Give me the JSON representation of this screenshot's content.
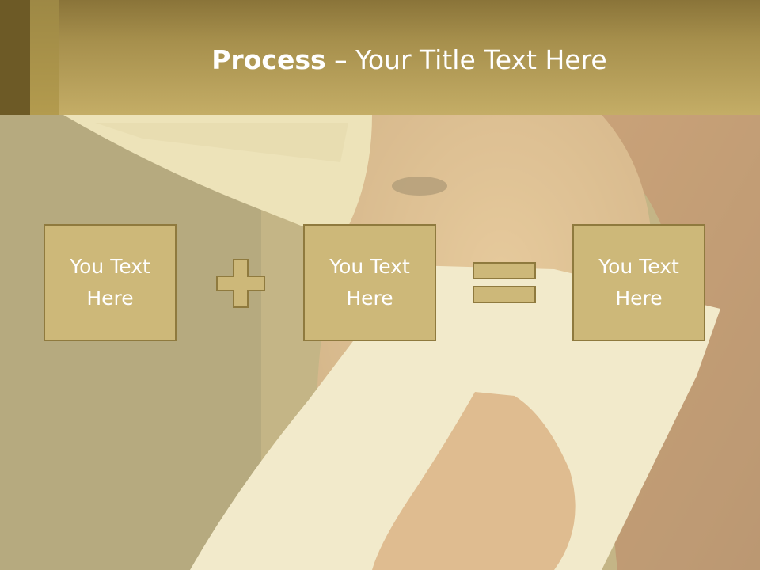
{
  "slide": {
    "title_bold": "Process",
    "title_rest": " – Your Title Text Here",
    "boxes": [
      {
        "label": "You Text\nHere"
      },
      {
        "label": "You Text\nHere"
      },
      {
        "label": "You Text\nHere"
      }
    ],
    "operators": [
      "plus",
      "equals"
    ]
  },
  "colors": {
    "header": "#c4ad66",
    "header_dark_stripe": "#6d5a26",
    "box_fill": "#cdb879",
    "box_border": "#8f7a3e",
    "text": "#ffffff"
  }
}
